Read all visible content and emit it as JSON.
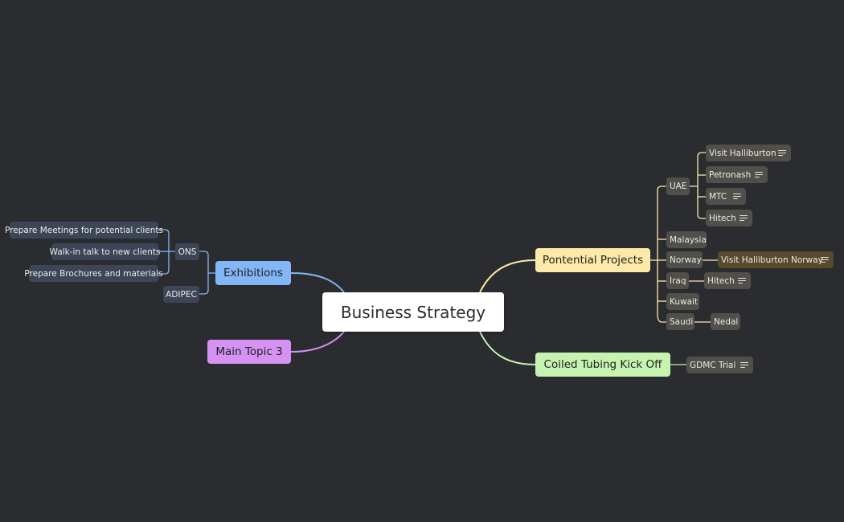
{
  "colors": {
    "background": "#2b2c30",
    "branch_projects": "#fde9a8",
    "branch_coiled": "#c6f3b0",
    "branch_exhibitions": "#82b6f7",
    "branch_topic3": "#d592f2"
  },
  "central": {
    "label": "Business Strategy"
  },
  "projects": {
    "label": "Pontential Projects",
    "uae": {
      "label": "UAE",
      "visit_halliburton": "Visit Halliburton",
      "petronash": "Petronash",
      "mtc": "MTC",
      "hitech": "Hitech"
    },
    "malaysia": "Malaysia",
    "norway": {
      "label": "Norway",
      "visit": "Visit Halliburton Norway"
    },
    "iraq": {
      "label": "Iraq",
      "hitech": "Hitech"
    },
    "kuwait": "Kuwait",
    "saudi": {
      "label": "Saudi",
      "nedal": "Nedal"
    }
  },
  "coiled": {
    "label": "Coiled Tubing Kick Off",
    "gdmc": "GDMC Trial"
  },
  "exhibitions": {
    "label": "Exhibitions",
    "ons": {
      "label": "ONS",
      "meetings": "Prepare Meetings for potential clients",
      "walkin": "Walk-in talk to new clients",
      "brochures": "Prepare Brochures and materials"
    },
    "adipec": "ADIPEC"
  },
  "topic3": {
    "label": "Main Topic 3"
  }
}
